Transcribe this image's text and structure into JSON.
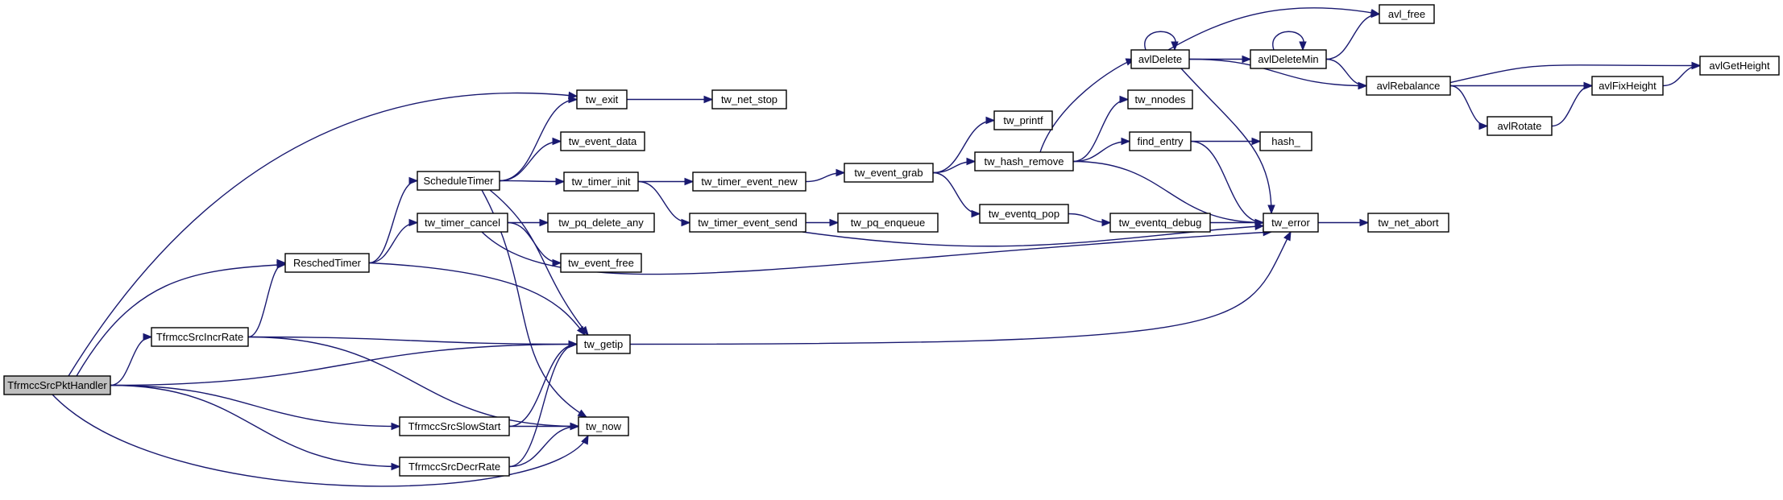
{
  "graph": {
    "root": "TfrmccSrcPktHandler",
    "colors": {
      "root_fill": "#bfbfbf",
      "node_fill": "#ffffff",
      "edge": "#191970",
      "border": "#000000"
    },
    "nodes": [
      {
        "id": "TfrmccSrcPktHandler",
        "label": "TfrmccSrcPktHandler"
      },
      {
        "id": "TfrmccSrcIncrRate",
        "label": "TfrmccSrcIncrRate"
      },
      {
        "id": "TfrmccSrcSlowStart",
        "label": "TfrmccSrcSlowStart"
      },
      {
        "id": "TfrmccSrcDecrRate",
        "label": "TfrmccSrcDecrRate"
      },
      {
        "id": "ReschedTimer",
        "label": "ReschedTimer"
      },
      {
        "id": "ScheduleTimer",
        "label": "ScheduleTimer"
      },
      {
        "id": "tw_timer_cancel",
        "label": "tw_timer_cancel"
      },
      {
        "id": "tw_exit",
        "label": "tw_exit"
      },
      {
        "id": "tw_event_data",
        "label": "tw_event_data"
      },
      {
        "id": "tw_timer_init",
        "label": "tw_timer_init"
      },
      {
        "id": "tw_pq_delete_any",
        "label": "tw_pq_delete_any"
      },
      {
        "id": "tw_event_free",
        "label": "tw_event_free"
      },
      {
        "id": "tw_getip",
        "label": "tw_getip"
      },
      {
        "id": "tw_now",
        "label": "tw_now"
      },
      {
        "id": "tw_net_stop",
        "label": "tw_net_stop"
      },
      {
        "id": "tw_timer_event_new",
        "label": "tw_timer_event_new"
      },
      {
        "id": "tw_timer_event_send",
        "label": "tw_timer_event_send"
      },
      {
        "id": "tw_event_grab",
        "label": "tw_event_grab"
      },
      {
        "id": "tw_pq_enqueue",
        "label": "tw_pq_enqueue"
      },
      {
        "id": "tw_printf",
        "label": "tw_printf"
      },
      {
        "id": "tw_hash_remove",
        "label": "tw_hash_remove"
      },
      {
        "id": "tw_eventq_pop",
        "label": "tw_eventq_pop"
      },
      {
        "id": "avlDelete",
        "label": "avlDelete"
      },
      {
        "id": "tw_nnodes",
        "label": "tw_nnodes"
      },
      {
        "id": "find_entry",
        "label": "find_entry"
      },
      {
        "id": "tw_eventq_debug",
        "label": "tw_eventq_debug"
      },
      {
        "id": "tw_error",
        "label": "tw_error"
      },
      {
        "id": "avlDeleteMin",
        "label": "avlDeleteMin"
      },
      {
        "id": "avl_free",
        "label": "avl_free"
      },
      {
        "id": "avlRebalance",
        "label": "avlRebalance"
      },
      {
        "id": "hash_",
        "label": "hash_"
      },
      {
        "id": "tw_net_abort",
        "label": "tw_net_abort"
      },
      {
        "id": "avlFixHeight",
        "label": "avlFixHeight"
      },
      {
        "id": "avlRotate",
        "label": "avlRotate"
      },
      {
        "id": "avlGetHeight",
        "label": "avlGetHeight"
      }
    ],
    "edges": [
      [
        "TfrmccSrcPktHandler",
        "tw_exit"
      ],
      [
        "TfrmccSrcPktHandler",
        "ReschedTimer"
      ],
      [
        "TfrmccSrcPktHandler",
        "TfrmccSrcIncrRate"
      ],
      [
        "TfrmccSrcPktHandler",
        "tw_getip"
      ],
      [
        "TfrmccSrcPktHandler",
        "TfrmccSrcSlowStart"
      ],
      [
        "TfrmccSrcPktHandler",
        "TfrmccSrcDecrRate"
      ],
      [
        "TfrmccSrcPktHandler",
        "tw_now"
      ],
      [
        "TfrmccSrcIncrRate",
        "ReschedTimer"
      ],
      [
        "TfrmccSrcIncrRate",
        "tw_getip"
      ],
      [
        "TfrmccSrcIncrRate",
        "tw_now"
      ],
      [
        "ReschedTimer",
        "ScheduleTimer"
      ],
      [
        "ReschedTimer",
        "tw_timer_cancel"
      ],
      [
        "ReschedTimer",
        "tw_getip"
      ],
      [
        "ScheduleTimer",
        "tw_exit"
      ],
      [
        "ScheduleTimer",
        "tw_event_data"
      ],
      [
        "ScheduleTimer",
        "tw_timer_init"
      ],
      [
        "ScheduleTimer",
        "tw_getip"
      ],
      [
        "ScheduleTimer",
        "tw_now"
      ],
      [
        "tw_timer_cancel",
        "tw_pq_delete_any"
      ],
      [
        "tw_timer_cancel",
        "tw_event_free"
      ],
      [
        "tw_timer_cancel",
        "tw_error"
      ],
      [
        "tw_exit",
        "tw_net_stop"
      ],
      [
        "tw_timer_init",
        "tw_timer_event_new"
      ],
      [
        "tw_timer_init",
        "tw_timer_event_send"
      ],
      [
        "tw_timer_event_new",
        "tw_event_grab"
      ],
      [
        "tw_timer_event_send",
        "tw_pq_enqueue"
      ],
      [
        "tw_timer_event_send",
        "tw_error"
      ],
      [
        "tw_event_grab",
        "tw_printf"
      ],
      [
        "tw_event_grab",
        "tw_hash_remove"
      ],
      [
        "tw_event_grab",
        "tw_eventq_pop"
      ],
      [
        "tw_hash_remove",
        "avlDelete"
      ],
      [
        "tw_hash_remove",
        "tw_nnodes"
      ],
      [
        "tw_hash_remove",
        "find_entry"
      ],
      [
        "tw_hash_remove",
        "tw_error"
      ],
      [
        "tw_eventq_pop",
        "tw_eventq_debug"
      ],
      [
        "tw_eventq_debug",
        "tw_error"
      ],
      [
        "avlDelete",
        "avlDelete"
      ],
      [
        "avlDelete",
        "avl_free"
      ],
      [
        "avlDelete",
        "avlDeleteMin"
      ],
      [
        "avlDelete",
        "avlRebalance"
      ],
      [
        "avlDelete",
        "tw_error"
      ],
      [
        "avlDeleteMin",
        "avlDeleteMin"
      ],
      [
        "avlDeleteMin",
        "avl_free"
      ],
      [
        "avlDeleteMin",
        "avlRebalance"
      ],
      [
        "avlRebalance",
        "avlGetHeight"
      ],
      [
        "avlRebalance",
        "avlFixHeight"
      ],
      [
        "avlRebalance",
        "avlRotate"
      ],
      [
        "avlRotate",
        "avlFixHeight"
      ],
      [
        "avlFixHeight",
        "avlGetHeight"
      ],
      [
        "find_entry",
        "hash_"
      ],
      [
        "find_entry",
        "tw_error"
      ],
      [
        "tw_error",
        "tw_net_abort"
      ],
      [
        "tw_getip",
        "tw_error"
      ],
      [
        "TfrmccSrcSlowStart",
        "tw_getip"
      ],
      [
        "TfrmccSrcSlowStart",
        "tw_now"
      ],
      [
        "TfrmccSrcDecrRate",
        "tw_getip"
      ],
      [
        "TfrmccSrcDecrRate",
        "tw_now"
      ]
    ]
  }
}
